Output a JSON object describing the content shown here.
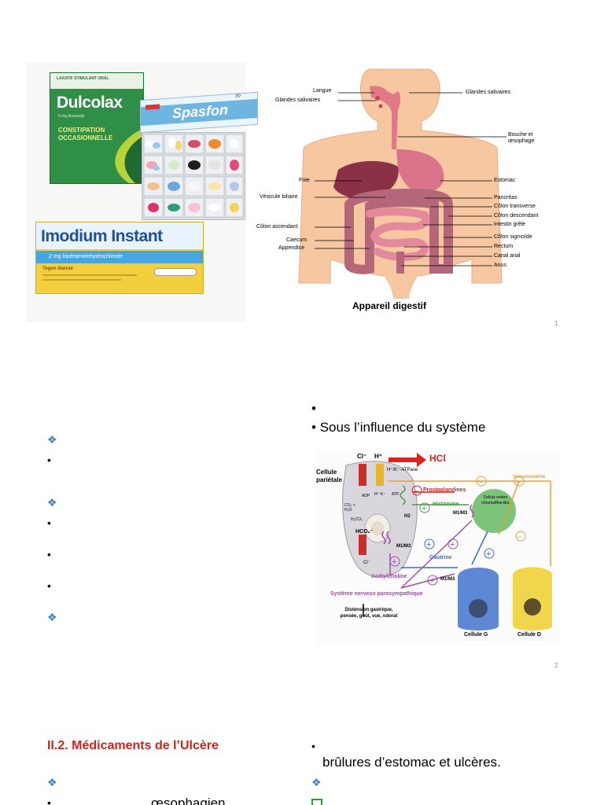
{
  "slide1": {
    "products": {
      "dulcolax": {
        "top": "LAXATIF STIMULANT ORAL",
        "brand": "Dulcolax",
        "dose": "5 mg bisacodyl",
        "sub": "CONSTIPATION OCCASIONNELLE"
      },
      "spasfon": {
        "brand": "Spasfon",
        "corner": "30"
      },
      "imodium": {
        "brand": "Imodium Instant",
        "dose": "2 mg lopéramidehydrochloride",
        "sub": "Tegen diarree"
      }
    },
    "anatomy": {
      "caption": "Appareil digestif",
      "left_labels": [
        "Langue",
        "Glandes salivaires",
        "Foie",
        "Vésicule biliaire",
        "Côlon ascendant",
        "Caecum",
        "Appendice"
      ],
      "right_labels": [
        "Glandes salivaires",
        "Bouche et œsophage",
        "Estomac",
        "Pancréas",
        "Côlon transverse",
        "Côlon descendant",
        "Intestin grêle",
        "Côlon sigmoïde",
        "Rectum",
        "Canal anal",
        "Anus"
      ]
    },
    "page_number": "1"
  },
  "slide2": {
    "right_bullets": [
      "",
      "Sous l’influence du système"
    ],
    "diagram": {
      "cellule_parietale": "Cellule pariétale",
      "cl": "Cl⁻",
      "h": "H⁺",
      "hcl": "HCl",
      "atpase": "H⁺/K⁺-ATPase",
      "adp": "ADP",
      "atp": "ATP",
      "hk": "H⁺ K⁺",
      "co2": "CO₂ + H₂O",
      "h2co3": "H₂CO₃",
      "hco3": "HCO₃⁻",
      "cl2": "Cl⁻",
      "prostaglandines": "Prostaglandines",
      "histamine": "Histamine",
      "h2": "H2",
      "m1m3_a": "M1/M3",
      "m1m3_b": "M1/M3",
      "m1m3_c": "M1/M3",
      "ecl": "Cellule entéro chromaffine-like",
      "somatostatine": "Somatostatine",
      "gastrine": "Gastrine",
      "acetylcholine": "Acétylcholine",
      "systeme": "Système nerveux parasympathique",
      "stimuli": "Distension gastrique, pensée, goût, vue, odorat",
      "cellule_g": "Cellule G",
      "cellule_d": "Cellule D"
    },
    "page_number": "2"
  },
  "slide3": {
    "title": "II.2. Médicaments de l’Ulcère",
    "right_line": "brûlures d’estomac et ulcères.",
    "partial_left": "œsophagien"
  }
}
